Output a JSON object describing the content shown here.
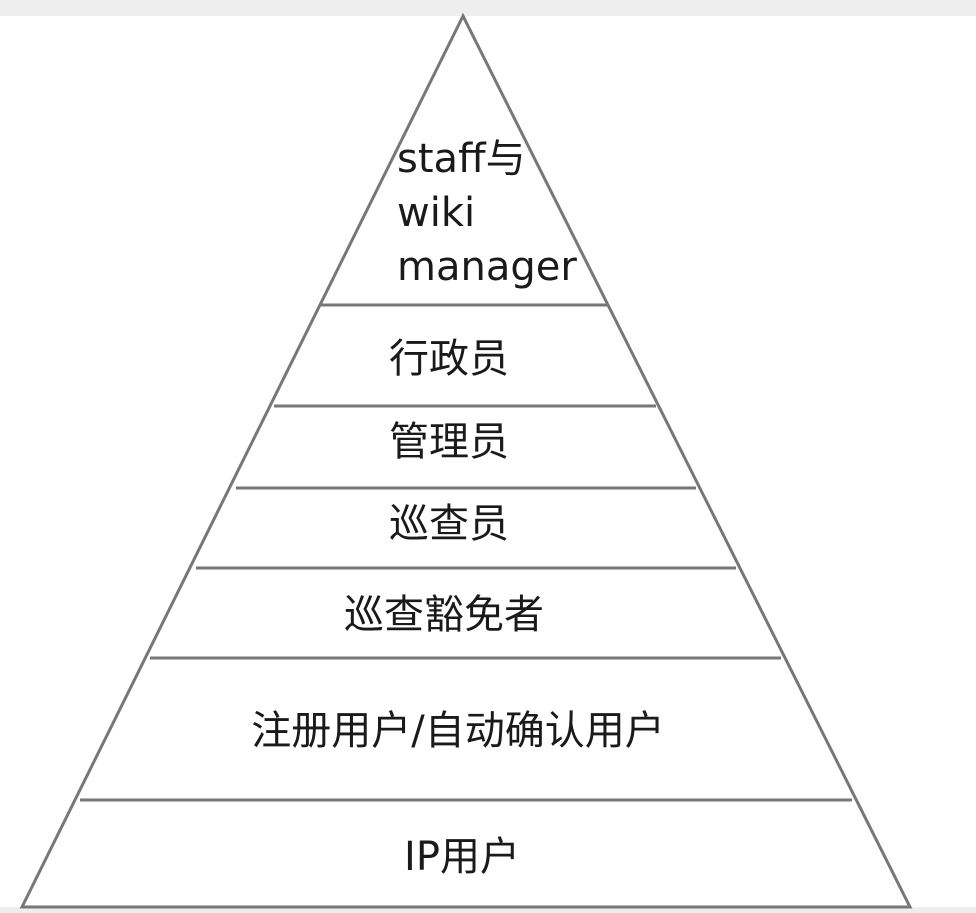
{
  "pyramid": {
    "tiers": [
      {
        "label_lines": [
          "staff与",
          "wiki",
          "manager"
        ]
      },
      {
        "label_lines": [
          "行政员"
        ]
      },
      {
        "label_lines": [
          "管理员"
        ]
      },
      {
        "label_lines": [
          "巡查员"
        ]
      },
      {
        "label_lines": [
          "巡查豁免者"
        ]
      },
      {
        "label_lines": [
          "注册用户/自动确认用户"
        ]
      },
      {
        "label_lines": [
          "IP用户"
        ]
      }
    ]
  }
}
